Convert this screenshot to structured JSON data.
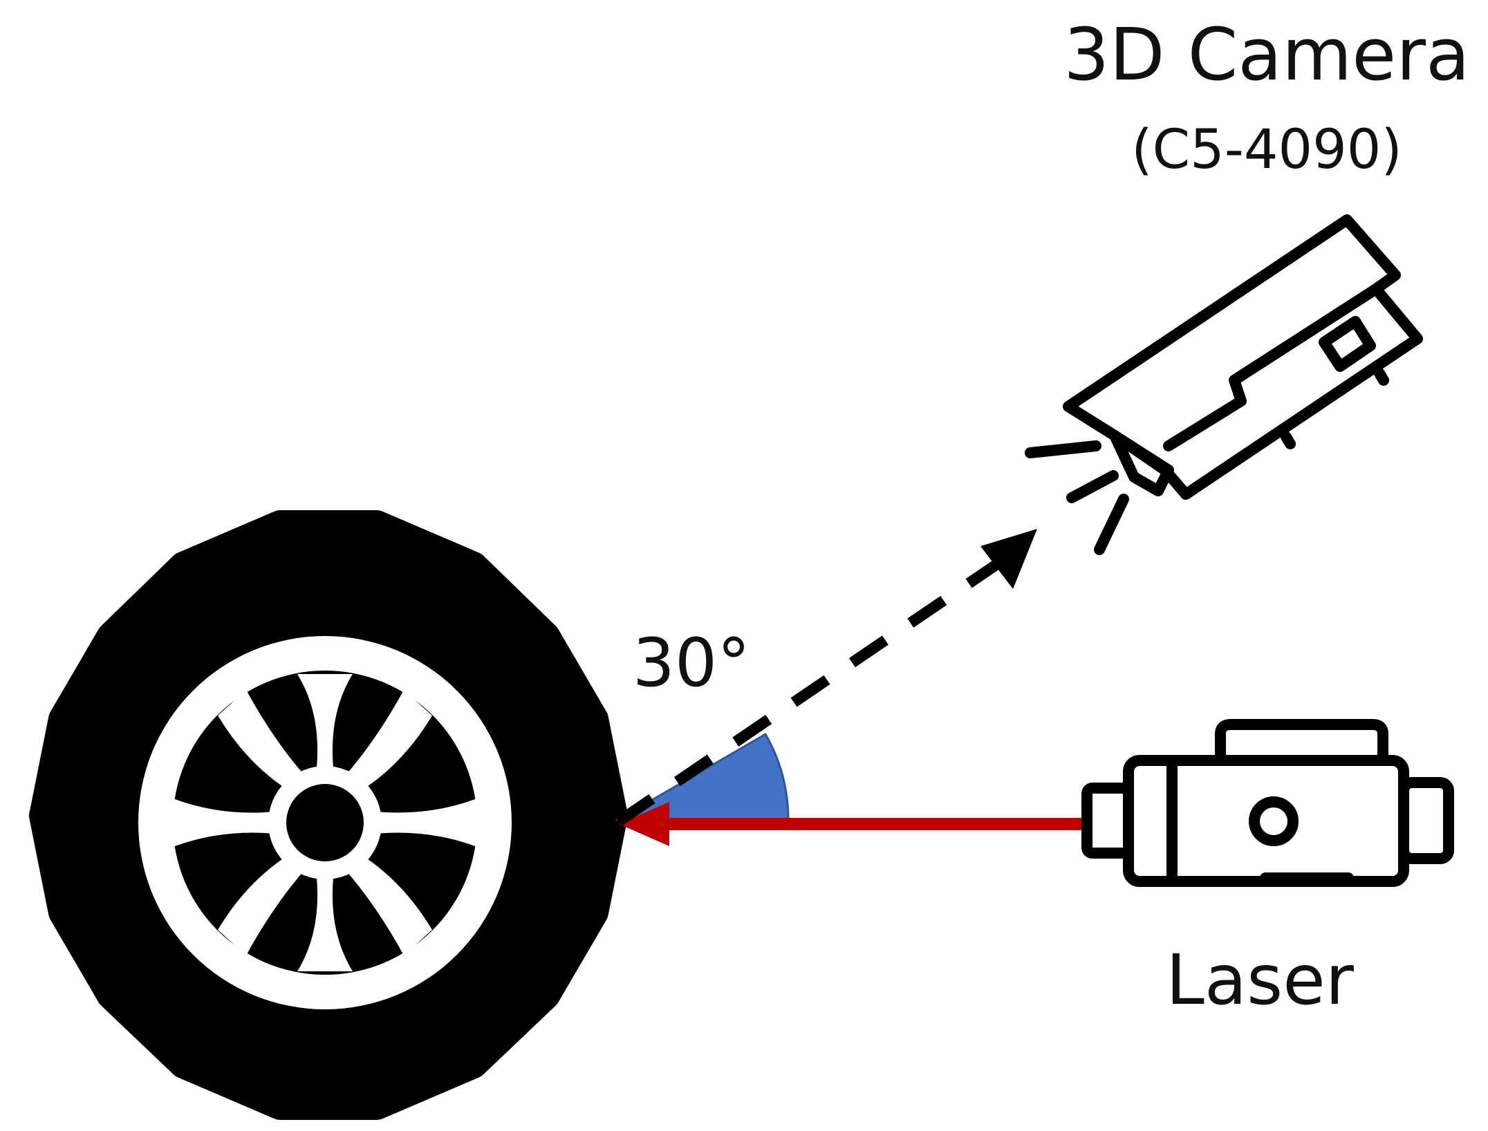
{
  "camera": {
    "title": "3D Camera",
    "model": "(C5-4090)"
  },
  "angle": {
    "label": "30°",
    "degrees": 30
  },
  "laser": {
    "label": "Laser"
  },
  "colors": {
    "laser_beam": "#c00000",
    "angle_wedge": "#4472c4",
    "stroke": "#000000",
    "background": "#ffffff"
  },
  "icons": [
    "tire-icon",
    "camera-icon",
    "laser-device-icon"
  ]
}
